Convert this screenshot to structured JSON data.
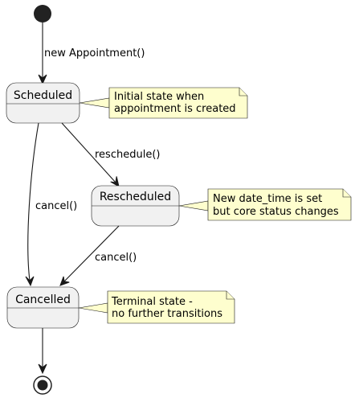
{
  "states": {
    "scheduled": "Scheduled",
    "rescheduled": "Rescheduled",
    "cancelled": "Cancelled"
  },
  "transitions": {
    "start_to_scheduled": "new Appointment()",
    "scheduled_to_rescheduled": "reschedule()",
    "scheduled_to_cancelled": "cancel()",
    "rescheduled_to_cancelled": "cancel()"
  },
  "notes": {
    "scheduled": [
      "Initial state when",
      "appointment is created"
    ],
    "rescheduled": [
      "New date_time is set",
      "but core status changes"
    ],
    "cancelled": [
      "Terminal state -",
      "no further transitions"
    ]
  },
  "colors": {
    "state_fill": "#f1f1f1",
    "note_fill": "#fefece",
    "line": "#181818"
  }
}
